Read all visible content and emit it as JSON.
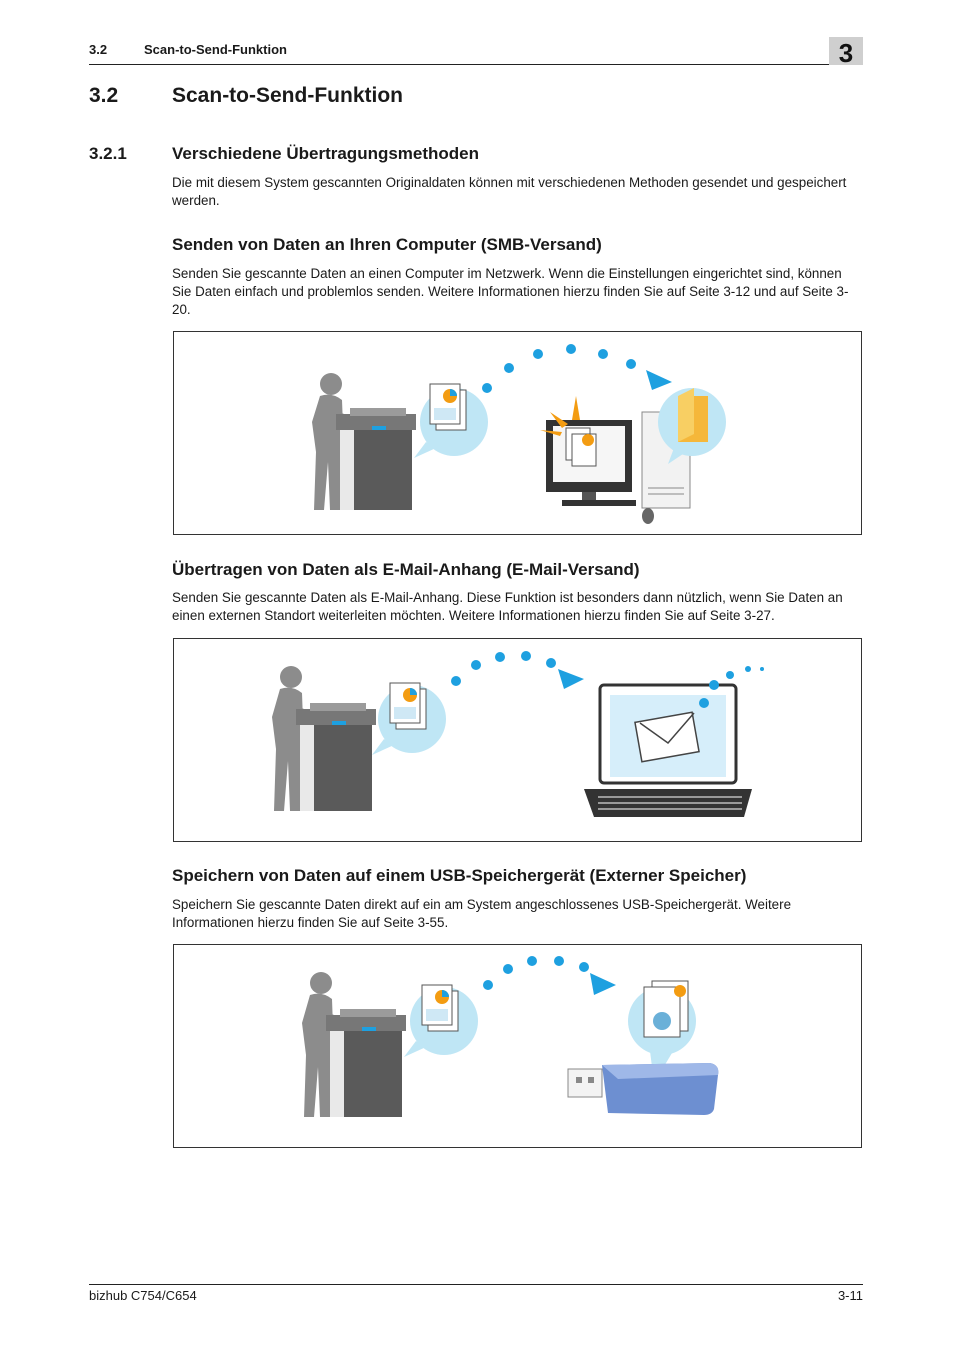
{
  "header": {
    "section_number": "3.2",
    "section_title": "Scan-to-Send-Funktion",
    "chapter": "3"
  },
  "section": {
    "number": "3.2",
    "title": "Scan-to-Send-Funktion"
  },
  "subsection": {
    "number": "3.2.1",
    "title": "Verschiedene Übertragungsmethoden",
    "intro": "Die mit diesem System gescannten Originaldaten können mit verschiedenen Methoden gesendet und gespeichert werden."
  },
  "methods": [
    {
      "title": "Senden von Daten an Ihren Computer (SMB-Versand)",
      "text": "Senden Sie gescannte Daten an einen Computer im Netzwerk. Wenn die Einstellungen eingerichtet sind, können Sie Daten einfach und problemlos senden. Weitere Informationen hierzu finden Sie auf Seite 3-12 und auf Seite 3-20."
    },
    {
      "title": "Übertragen von Daten als E-Mail-Anhang (E-Mail-Versand)",
      "text": "Senden Sie gescannte Daten als E-Mail-Anhang. Diese Funktion ist besonders dann nützlich, wenn Sie Daten an einen externen Standort weiterleiten möchten. Weitere Informationen hierzu finden Sie auf Seite 3-27."
    },
    {
      "title": "Speichern von Daten auf einem USB-Speichergerät (Externer Speicher)",
      "text": "Speichern Sie gescannte Daten direkt auf ein am System angeschlossenes USB-Speichergerät. Weitere Informationen hierzu finden Sie auf Seite 3-55."
    }
  ],
  "footer": {
    "model": "bizhub C754/C654",
    "page": "3-11"
  },
  "colors": {
    "accent_blue": "#1ea0e0",
    "bubble": "#bfe6f5",
    "gray": "#8c8c8c"
  }
}
